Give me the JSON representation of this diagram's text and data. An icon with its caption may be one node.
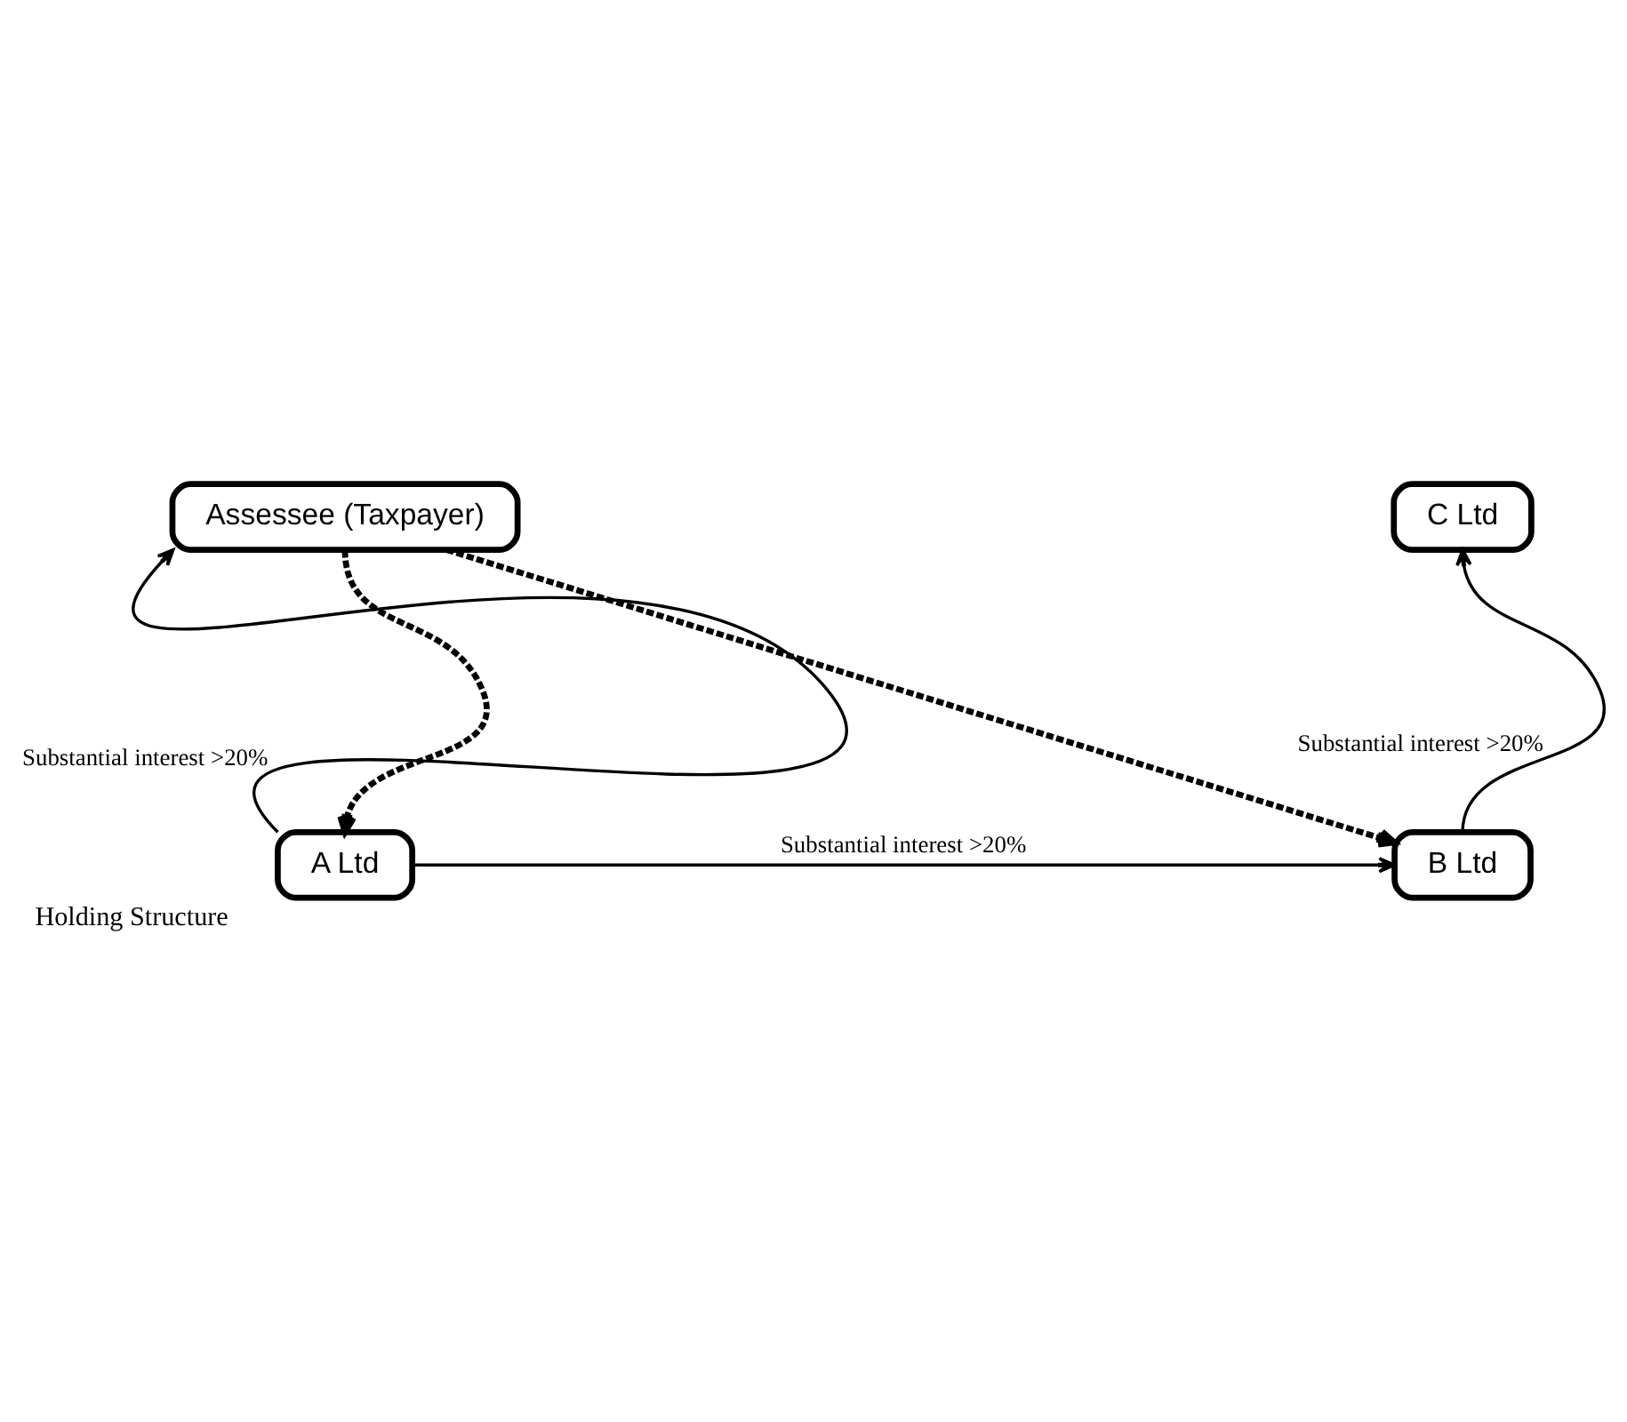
{
  "diagram": {
    "caption": "Holding Structure",
    "nodes": [
      {
        "text": [
          "Assessee (Taxpayer)"
        ]
      },
      {
        "text": [
          "C Ltd"
        ]
      },
      {
        "text": [
          "A Ltd"
        ]
      },
      {
        "text": [
          "B Ltd"
        ]
      }
    ],
    "edges": [
      {
        "from": 2,
        "to": 0,
        "arrow": "to",
        "label": "Substantial interest >20%"
      },
      {
        "from": 0,
        "to": 2,
        "arrow": "to",
        "style": "dashed"
      },
      {
        "from": 0,
        "to": 3,
        "arrow": "to",
        "style": "dashed"
      },
      {
        "from": 2,
        "to": 3,
        "arrow": "to",
        "label": "Substantial interest >20%"
      },
      {
        "from": 3,
        "to": 1,
        "arrow": "to",
        "label": "Substantial interest >20%"
      }
    ]
  }
}
